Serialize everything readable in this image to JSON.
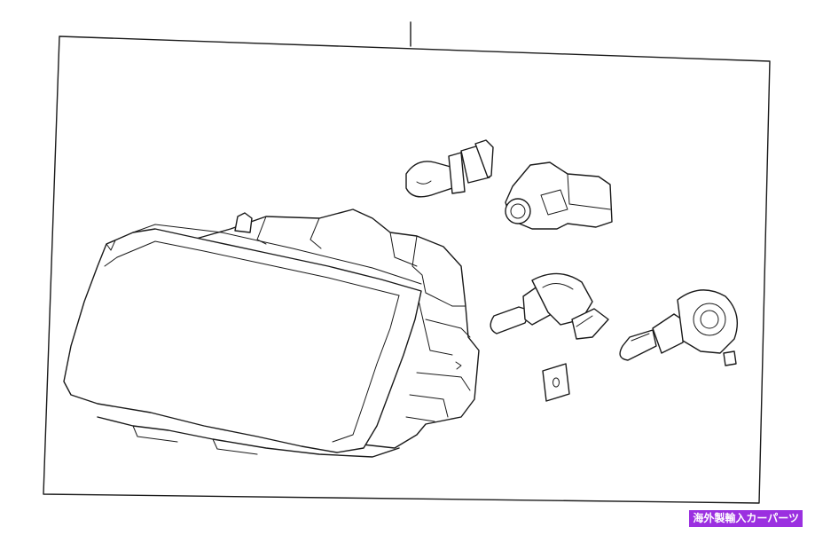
{
  "badge": {
    "text": "海外製輸入カーパーツ",
    "background": "#9b30e0",
    "color": "#ffffff"
  },
  "diagram": {
    "parts": [
      "headlamp-assembly",
      "side-marker-bulb",
      "bulb-socket",
      "low-beam-bulb",
      "high-beam-bulb",
      "gasket"
    ]
  }
}
